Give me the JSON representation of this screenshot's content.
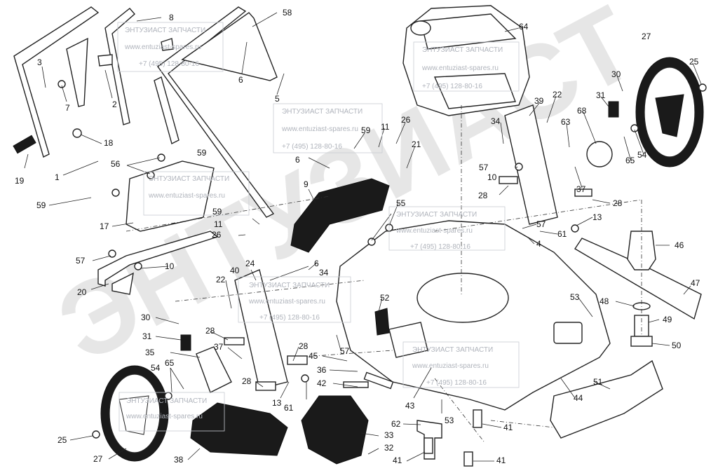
{
  "labels": [
    "1",
    "2",
    "3",
    "4",
    "5",
    "6",
    "7",
    "8",
    "9",
    "10",
    "11",
    "13",
    "17",
    "18",
    "19",
    "20",
    "21",
    "22",
    "24",
    "25",
    "26",
    "27",
    "28",
    "30",
    "31",
    "32",
    "33",
    "34",
    "35",
    "36",
    "37",
    "38",
    "39",
    "40",
    "41",
    "42",
    "43",
    "44",
    "45",
    "46",
    "47",
    "48",
    "49",
    "50",
    "51",
    "52",
    "53",
    "54",
    "55",
    "56",
    "57",
    "58",
    "59",
    "61",
    "62",
    "63",
    "64",
    "65",
    "68"
  ],
  "watermark": {
    "title": "ЭНТУЗИАСТ ЗАПЧАСТИ",
    "site": "www.entuziast-spares.ru",
    "phone": "+7 (495) 128-80-16"
  },
  "colors": {
    "line": "#222222",
    "watermark": "#b0b4bc",
    "background": "#ffffff"
  }
}
